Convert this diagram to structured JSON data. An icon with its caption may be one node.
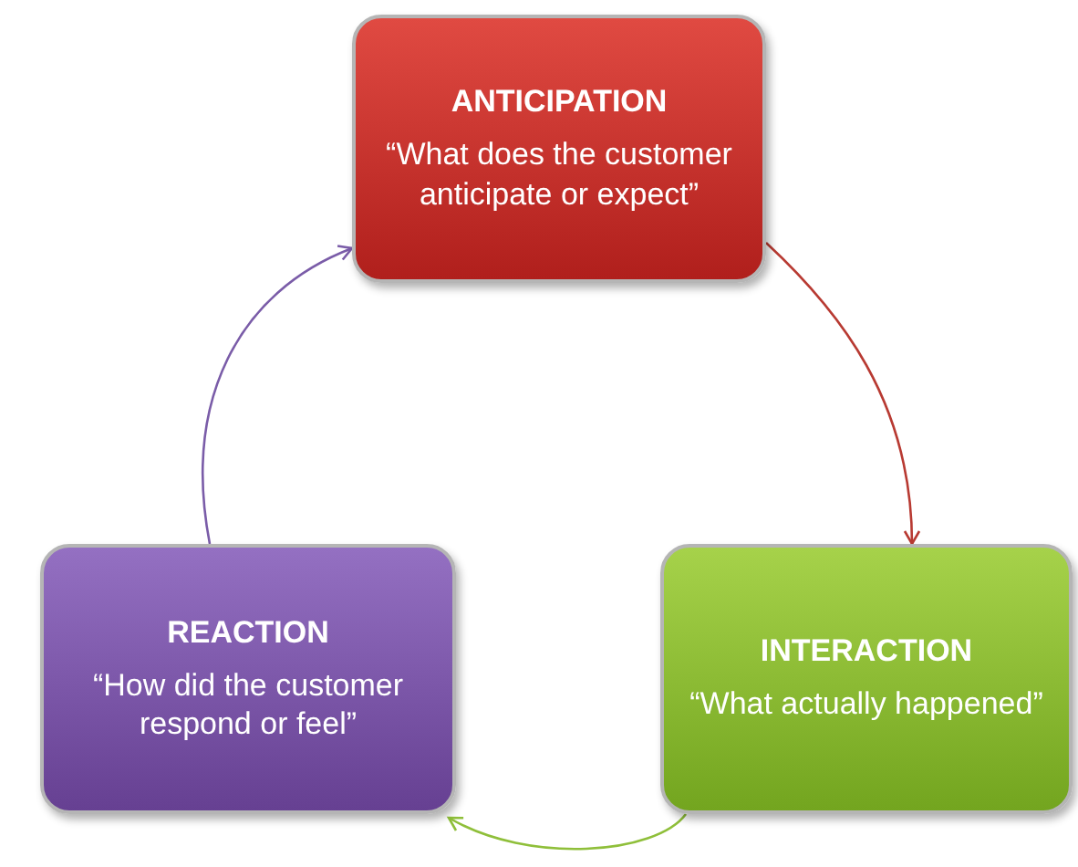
{
  "diagram": {
    "nodes": [
      {
        "text": [
          "ANTICIPATION",
          "“What does the customer anticipate or expect”"
        ]
      },
      {
        "text": [
          "INTERACTION",
          "“What actually happened”"
        ]
      },
      {
        "text": [
          "REACTION",
          "“How did the customer respond or feel”"
        ]
      }
    ],
    "edges": [
      {
        "from": 0,
        "to": 1,
        "arrow": "to",
        "color": "#b83a32"
      },
      {
        "from": 1,
        "to": 2,
        "arrow": "to",
        "color": "#8fbf3a"
      },
      {
        "from": 2,
        "to": 0,
        "arrow": "to",
        "color": "#7a5ca8"
      }
    ]
  }
}
